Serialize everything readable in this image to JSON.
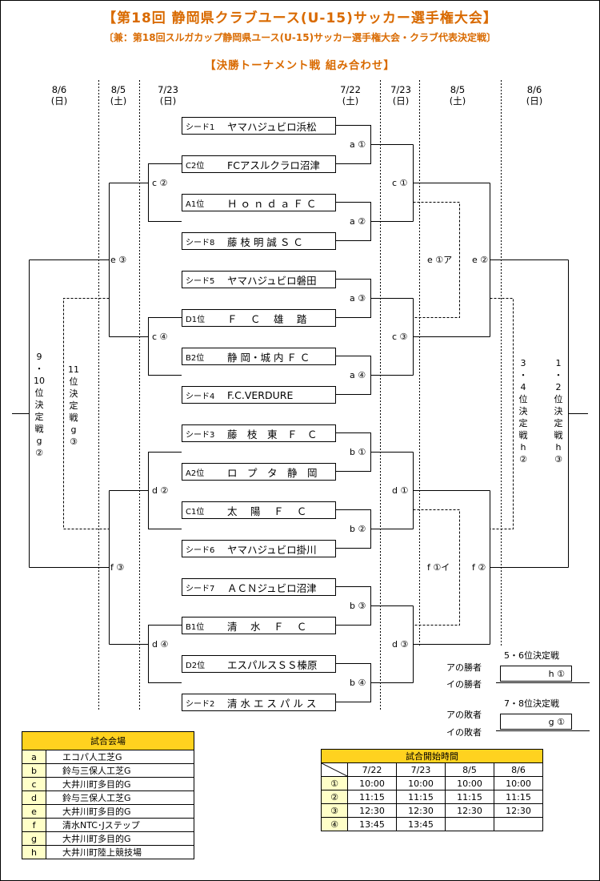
{
  "title": "【第18回 静岡県クラブユース(U-15)サッカー選手権大会】",
  "subtitle": "〔兼：第18回スルガカップ静岡県ユース(U-15)サッカー選手権大会・クラブ代表決定戦〕",
  "section_title": "【決勝トーナメント戦 組み合わせ】",
  "date_headers": [
    {
      "date": "8/6",
      "day": "(日)"
    },
    {
      "date": "8/5",
      "day": "(土)"
    },
    {
      "date": "7/23",
      "day": "(日)"
    },
    {
      "date": "7/22",
      "day": "(土)"
    },
    {
      "date": "7/23",
      "day": "(日)"
    },
    {
      "date": "8/5",
      "day": "(土)"
    },
    {
      "date": "8/6",
      "day": "(日)"
    }
  ],
  "teams": [
    {
      "seed": "シード1",
      "name": "ヤマハジュビロ浜松"
    },
    {
      "seed": "C2位",
      "name": "FCアスルクラロ沼津"
    },
    {
      "seed": "A1位",
      "name": "Ｈ ｏ ｎ ｄ ａ Ｆ Ｃ"
    },
    {
      "seed": "シード8",
      "name": "藤 枝 明 誠 Ｓ Ｃ"
    },
    {
      "seed": "シード5",
      "name": "ヤマハジュビロ磐田"
    },
    {
      "seed": "D1位",
      "name": "Ｆ　 Ｃ　 雄　 踏"
    },
    {
      "seed": "B2位",
      "name": "静 岡・城 内 Ｆ Ｃ"
    },
    {
      "seed": "シード4",
      "name": "F.C.VERDURE"
    },
    {
      "seed": "シード3",
      "name": "藤　枝　東　Ｆ　Ｃ"
    },
    {
      "seed": "A2位",
      "name": "ロ　プ　タ　静　岡"
    },
    {
      "seed": "C1位",
      "name": "太　 陽　 Ｆ　 Ｃ"
    },
    {
      "seed": "シード6",
      "name": "ヤマハジュビロ掛川"
    },
    {
      "seed": "シード7",
      "name": "ＡＣＮジュビロ沼津"
    },
    {
      "seed": "B1位",
      "name": "清　 水　 Ｆ　 Ｃ"
    },
    {
      "seed": "D2位",
      "name": "エスパルスＳＳ榛原"
    },
    {
      "seed": "シード2",
      "name": "清 水 エ ス パ ル ス"
    }
  ],
  "match_labels": {
    "a1": "a ①",
    "a2": "a ②",
    "a3": "a ③",
    "a4": "a ④",
    "b1": "b ①",
    "b2": "b ②",
    "b3": "b ③",
    "b4": "b ④",
    "c1": "c ①",
    "c2": "c ②",
    "c3": "c ③",
    "c4": "c ④",
    "d1": "d ①",
    "d2": "d ②",
    "d3": "d ③",
    "d4": "d ④",
    "e1a": "e ①ア",
    "e2": "e ②",
    "e3": "e ③",
    "f1i": "f ①イ",
    "f2": "f ②",
    "f3": "f ③"
  },
  "vertical_labels": {
    "g2": [
      "9",
      "・",
      "10",
      "位",
      "決",
      "定",
      "戦",
      "g",
      "②"
    ],
    "g3": [
      "11",
      "位",
      "決",
      "定",
      "戦",
      "g",
      "③"
    ],
    "h2": [
      "3",
      "・",
      "4",
      "位",
      "決",
      "定",
      "戦",
      "h",
      "②"
    ],
    "h3": [
      "1",
      "・",
      "2",
      "位",
      "決",
      "定",
      "戦",
      "h",
      "③"
    ]
  },
  "placement": {
    "p56_title": "5・6位決定戦",
    "a_winner": "アの勝者",
    "i_winner": "イの勝者",
    "h1": "h ①",
    "p78_title": "7・8位決定戦",
    "a_loser": "アの敗者",
    "i_loser": "イの敗者",
    "g1": "g ①"
  },
  "venues": {
    "header": "試合会場",
    "rows": [
      {
        "code": "a",
        "name": "エコパ人工芝G"
      },
      {
        "code": "b",
        "name": "鈴与三保人工芝G"
      },
      {
        "code": "c",
        "name": "大井川町多目的G"
      },
      {
        "code": "d",
        "name": "鈴与三保人工芝G"
      },
      {
        "code": "e",
        "name": "大井川町多目的G"
      },
      {
        "code": "f",
        "name": "清水NTC･Jステップ"
      },
      {
        "code": "g",
        "name": "大井川町多目的G"
      },
      {
        "code": "h",
        "name": "大井川町陸上競技場"
      }
    ]
  },
  "kickoff": {
    "header": "試合開始時間",
    "columns": [
      "7/22",
      "7/23",
      "8/5",
      "8/6"
    ],
    "rows": [
      {
        "no": "①",
        "times": [
          "10:00",
          "10:00",
          "10:00",
          "10:00"
        ]
      },
      {
        "no": "②",
        "times": [
          "11:15",
          "11:15",
          "11:15",
          "11:15"
        ]
      },
      {
        "no": "③",
        "times": [
          "12:30",
          "12:30",
          "12:30",
          "12:30"
        ]
      },
      {
        "no": "④",
        "times": [
          "13:45",
          "13:45",
          "",
          ""
        ]
      }
    ]
  }
}
